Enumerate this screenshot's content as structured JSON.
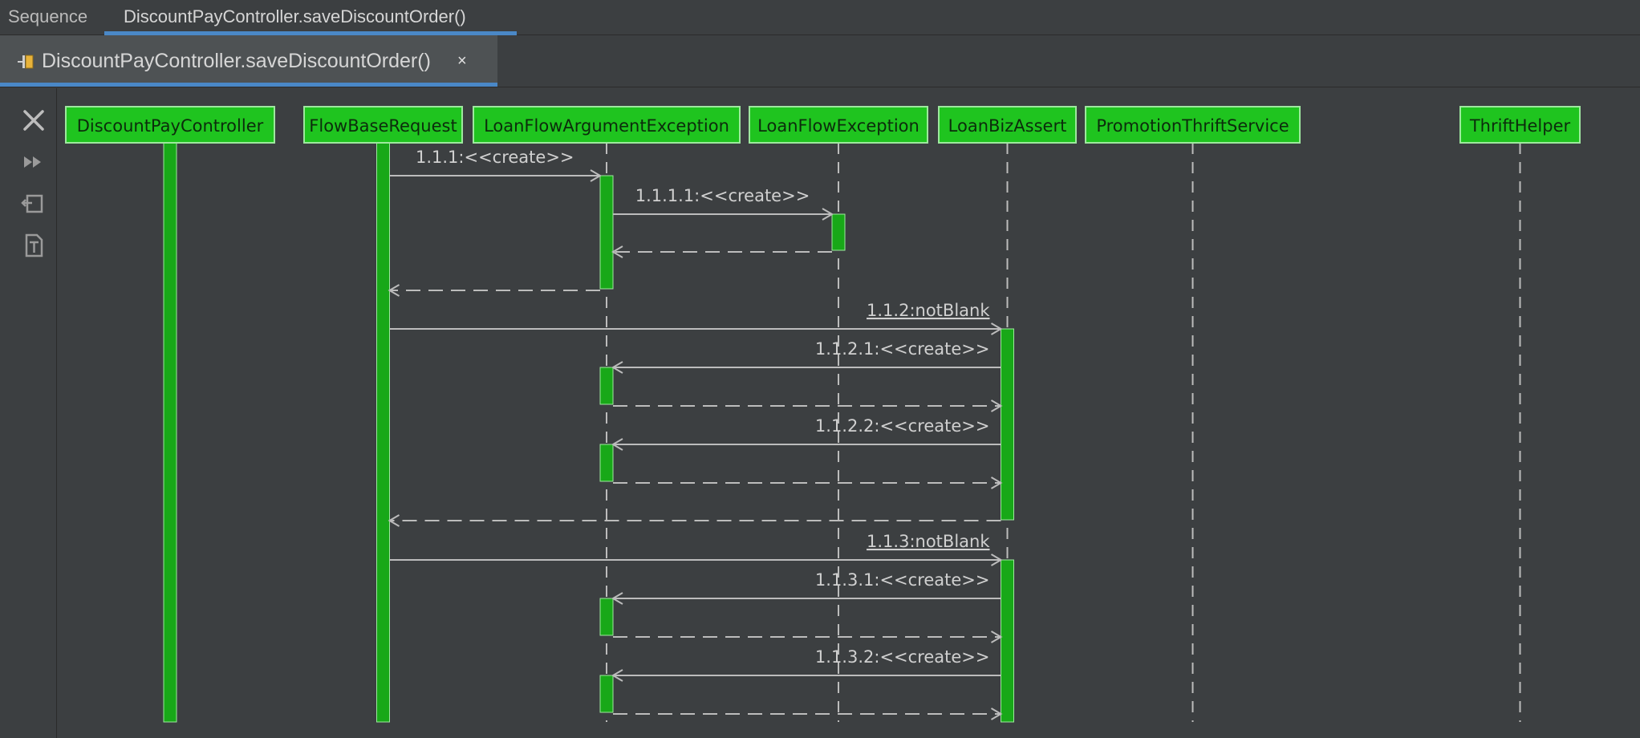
{
  "tabs": [
    "Sequence",
    "DiscountPayController.saveDiscountOrder()"
  ],
  "editor_tab": {
    "label": "DiscountPayController.saveDiscountOrder()",
    "close": "×"
  },
  "toolbar": [
    "close-icon",
    "fast-forward-icon",
    "export-icon",
    "text-icon"
  ],
  "colors": {
    "lifeline_fill": "#1fc41f",
    "lifeline_border": "#9ee89e",
    "activation": "#18a818",
    "line": "#bcbcbc",
    "accent": "#4a88c7"
  },
  "participants": [
    "DiscountPayController",
    "FlowBaseRequest",
    "LoanFlowArgumentException",
    "LoanFlowException",
    "LoanBizAssert",
    "PromotionThriftService",
    "ThriftHelper"
  ],
  "messages": [
    {
      "label": "1.1.1:<<create>>",
      "from": 1,
      "to": 2,
      "kind": "call",
      "underline": false
    },
    {
      "label": "1.1.1.1:<<create>>",
      "from": 2,
      "to": 3,
      "kind": "call",
      "underline": false
    },
    {
      "label": "",
      "from": 3,
      "to": 2,
      "kind": "return",
      "underline": false
    },
    {
      "label": "",
      "from": 2,
      "to": 1,
      "kind": "return",
      "underline": false
    },
    {
      "label": "1.1.2:notBlank",
      "from": 1,
      "to": 4,
      "kind": "call",
      "underline": true
    },
    {
      "label": "1.1.2.1:<<create>>",
      "from": 4,
      "to": 2,
      "kind": "call",
      "underline": false
    },
    {
      "label": "",
      "from": 2,
      "to": 4,
      "kind": "return",
      "underline": false
    },
    {
      "label": "1.1.2.2:<<create>>",
      "from": 4,
      "to": 2,
      "kind": "call",
      "underline": false
    },
    {
      "label": "",
      "from": 2,
      "to": 4,
      "kind": "return",
      "underline": false
    },
    {
      "label": "",
      "from": 4,
      "to": 1,
      "kind": "return",
      "underline": false
    },
    {
      "label": "1.1.3:notBlank",
      "from": 1,
      "to": 4,
      "kind": "call",
      "underline": true
    },
    {
      "label": "1.1.3.1:<<create>>",
      "from": 4,
      "to": 2,
      "kind": "call",
      "underline": false
    },
    {
      "label": "",
      "from": 2,
      "to": 4,
      "kind": "return",
      "underline": false
    },
    {
      "label": "1.1.3.2:<<create>>",
      "from": 4,
      "to": 2,
      "kind": "call",
      "underline": false
    },
    {
      "label": "",
      "from": 2,
      "to": 4,
      "kind": "return",
      "underline": false
    }
  ]
}
